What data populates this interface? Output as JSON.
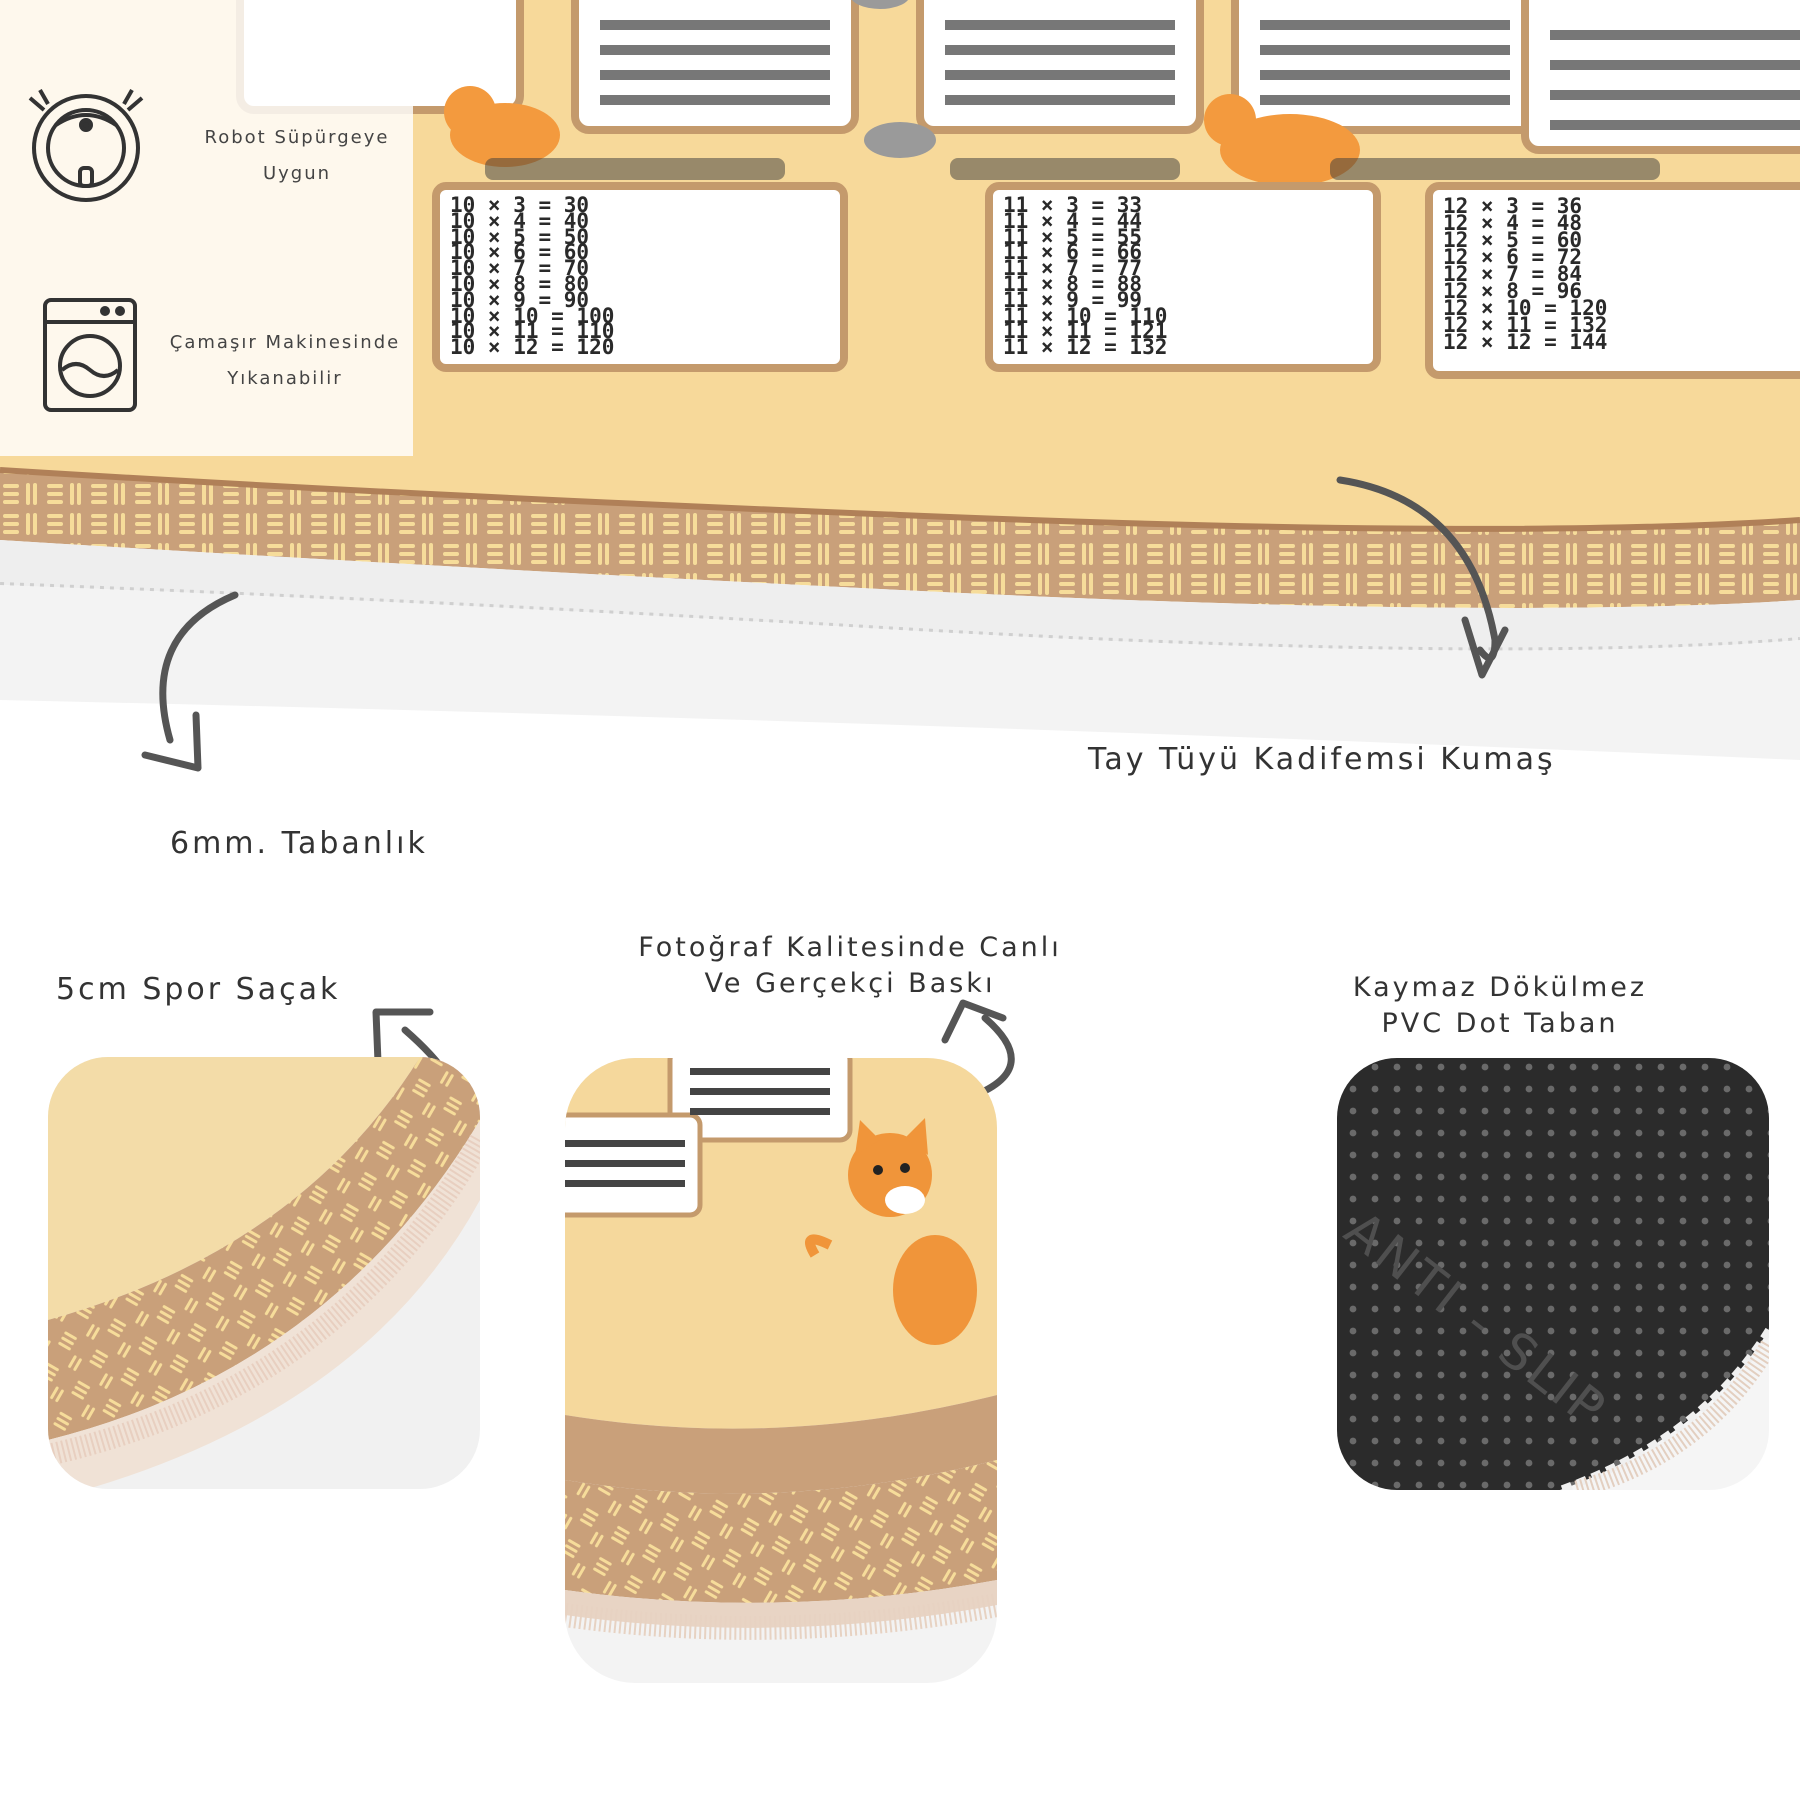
{
  "features": {
    "robot": {
      "line1": "Robot Süpürgeye",
      "line2": "Uygun",
      "icon": "robot-vacuum-icon"
    },
    "washing": {
      "line1": "Çamaşır Makinesinde",
      "line2": "Yıkanabilir",
      "icon": "washing-machine-icon"
    },
    "fabric": "Tay Tüyü Kadifemsi Kumaş",
    "base": "6mm. Tabanlık",
    "fringe": "5cm Spor Saçak",
    "print": {
      "line1": "Fotoğraf Kalitesinde Canlı",
      "line2": "Ve Gerçekçi Baskı"
    },
    "backing": {
      "line1": "Kaymaz Dökülmez",
      "line2": "PVC Dot Taban"
    },
    "anti_slip": "ANTI - SLIP"
  },
  "tables": {
    "ten": [
      "10 × 3 = 30",
      "10 × 4 = 40",
      "10 × 5 = 50",
      "10 × 6 = 60",
      "10 × 7 = 70",
      "10 × 8 = 80",
      "10 × 9 = 90",
      "10 × 10 = 100",
      "10 × 11 = 110",
      "10 × 12 = 120"
    ],
    "eleven": [
      "11 × 3 = 33",
      "11 × 4 = 44",
      "11 × 5 = 55",
      "11 × 6 = 66",
      "11 × 7 = 77",
      "11 × 8 = 88",
      "11 × 9 = 99",
      "11 × 10 = 110",
      "11 × 11 = 121",
      "11 × 12 = 132"
    ],
    "twelve": [
      "12 × 3 = 36",
      "12 × 4 = 48",
      "12 × 5 = 60",
      "12 × 6 = 72",
      "12 × 7 = 84",
      "12 × 8 = 96",
      "12 × 10 = 120",
      "12 × 11 = 132",
      "12 × 12 = 144"
    ]
  },
  "colors": {
    "rug": "#f7d99a",
    "border": "#c9a07a",
    "pattern": "#f6dc9a",
    "backing": "#2d2d2d",
    "text": "#333333"
  }
}
